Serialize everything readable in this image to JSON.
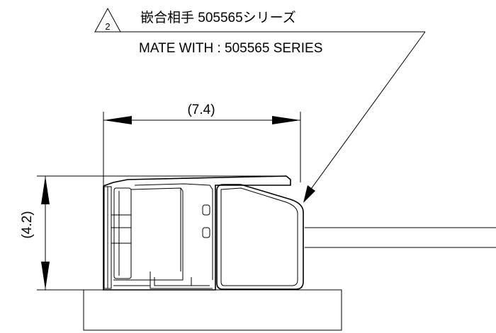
{
  "note": {
    "revision_number": "2",
    "japanese": "嵌合相手 505565シリーズ",
    "english": "MATE WITH : 505565 SERIES"
  },
  "dimensions": {
    "width": "(7.4)",
    "height": "(4.2)"
  }
}
